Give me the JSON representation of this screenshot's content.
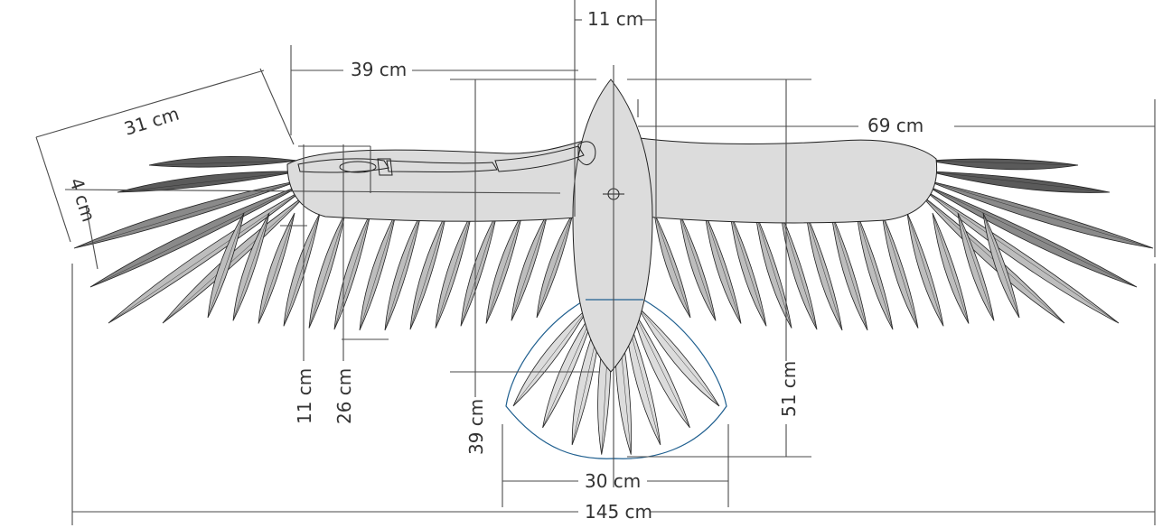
{
  "diagram": {
    "labels": {
      "neck_width": "11 cm",
      "wing_base_to_wrist": "39 cm",
      "primary_length": "31 cm",
      "primary_offset": "4 cm",
      "half_span_body_to_tip": "69 cm",
      "arm_feather_len": "11 cm",
      "secondary_depth": "26 cm",
      "head_to_tail_base": "39 cm",
      "body_total_length": "51 cm",
      "tail_width": "30 cm",
      "wingspan": "145 cm"
    },
    "colors": {
      "background": "#ffffff",
      "body_fill": "#dcdcdc",
      "feather_dark": "#5a5a5a",
      "feather_mid": "#8a8a8a",
      "feather_light": "#bdbdbd",
      "tail_outline": "#1f5f8f",
      "dimension_line": "#4a4a4a"
    },
    "icons": [
      "crosshair-icon"
    ]
  }
}
